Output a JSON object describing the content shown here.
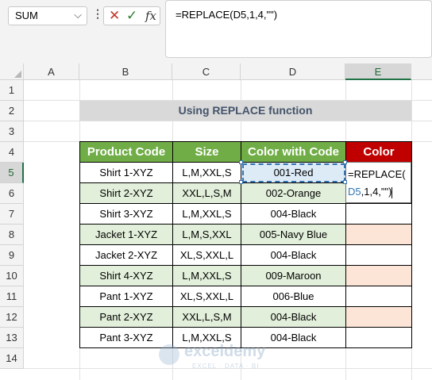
{
  "formula_bar": {
    "name_box": "SUM",
    "chevron": "chevron-down-icon",
    "cancel_icon": "✕",
    "enter_icon": "✓",
    "fx_label": "fx",
    "formula": "=REPLACE(D5,1,4,\"\")"
  },
  "columns": [
    "A",
    "B",
    "C",
    "D",
    "E"
  ],
  "active_column": "E",
  "rows": [
    "1",
    "2",
    "3",
    "4",
    "5",
    "6",
    "7",
    "8",
    "9",
    "10",
    "11",
    "12",
    "13",
    "14"
  ],
  "active_row": "5",
  "sheet": {
    "title": "Using REPLACE function",
    "headers": [
      "Product Code",
      "Size",
      "Color with Code",
      "Color"
    ],
    "data": [
      [
        "Shirt 1-XYZ",
        "L,M,XXL,S",
        "001-Red"
      ],
      [
        "Shirt 2-XYZ",
        "XXL,L,S,M",
        "002-Orange"
      ],
      [
        "Shirt 3-XYZ",
        "L,M,XXL,S",
        "004-Black"
      ],
      [
        "Jacket 1-XYZ",
        "L,M,S,XXL",
        "005-Navy Blue"
      ],
      [
        "Jacket 2-XYZ",
        "XL,S,XXL,L",
        "004-Black"
      ],
      [
        "Shirt 4-XYZ",
        "L,M,XXL,S",
        "009-Maroon"
      ],
      [
        "Pant 1-XYZ",
        "XL,S,XXL,L",
        "006-Blue"
      ],
      [
        "Pant 2-XYZ",
        "XXL,L,S,M",
        "004-Black"
      ],
      [
        "Pant 3-XYZ",
        "L,M,XXL,S",
        "004-Black"
      ]
    ],
    "edit_text_1": "=REPLACE(",
    "edit_ref": "D5",
    "edit_text_2": ",1,4,\"\")"
  },
  "watermark": {
    "name": "exceldemy",
    "tagline": "EXCEL · DATA · BI"
  },
  "colors": {
    "header_green": "#70ad47",
    "header_red": "#c00000",
    "band_green": "#e2efda",
    "highlight_peach": "#fce4d6",
    "selected_blue": "#ddebf7"
  }
}
